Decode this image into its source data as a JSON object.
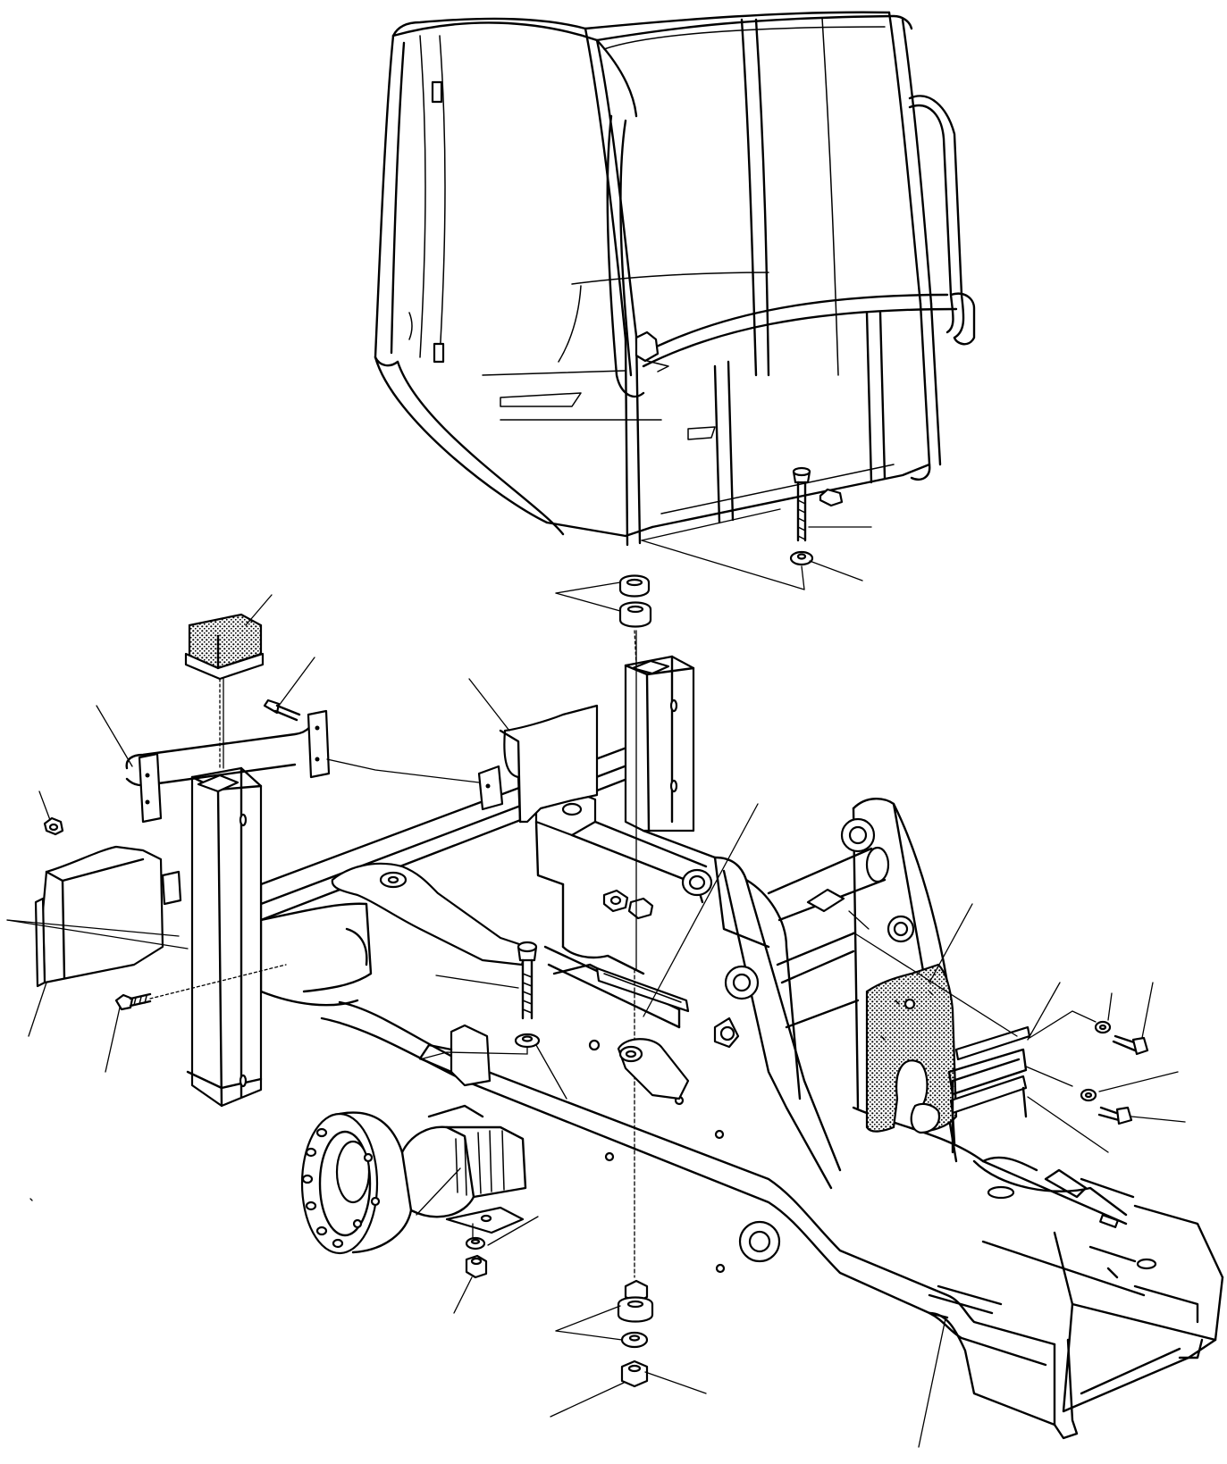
{
  "diagram": {
    "style": "exploded-view line drawing",
    "colors": {
      "line": "#000000",
      "background": "#ffffff"
    },
    "parts": [
      "cab-frame",
      "chassis-frame",
      "front-axle",
      "rear-support-beam",
      "left-column",
      "right-column",
      "cab-mount-bolt",
      "cab-mount-washer",
      "upper-rubber-mounts",
      "lower-rubber-mounts",
      "mount-nut",
      "rubber-block",
      "hand-rail-bracket",
      "bracket-bolt",
      "left-cover-plate",
      "rear-cover-plate",
      "left-nut",
      "left-bolt",
      "center-bolt",
      "center-washer",
      "tie-bar",
      "shaded-plate",
      "shim-plates",
      "shim-washer",
      "shim-bolt-upper",
      "shim-bolt-lower",
      "axle-nut",
      "axle-washer",
      "chassis-leg"
    ]
  }
}
